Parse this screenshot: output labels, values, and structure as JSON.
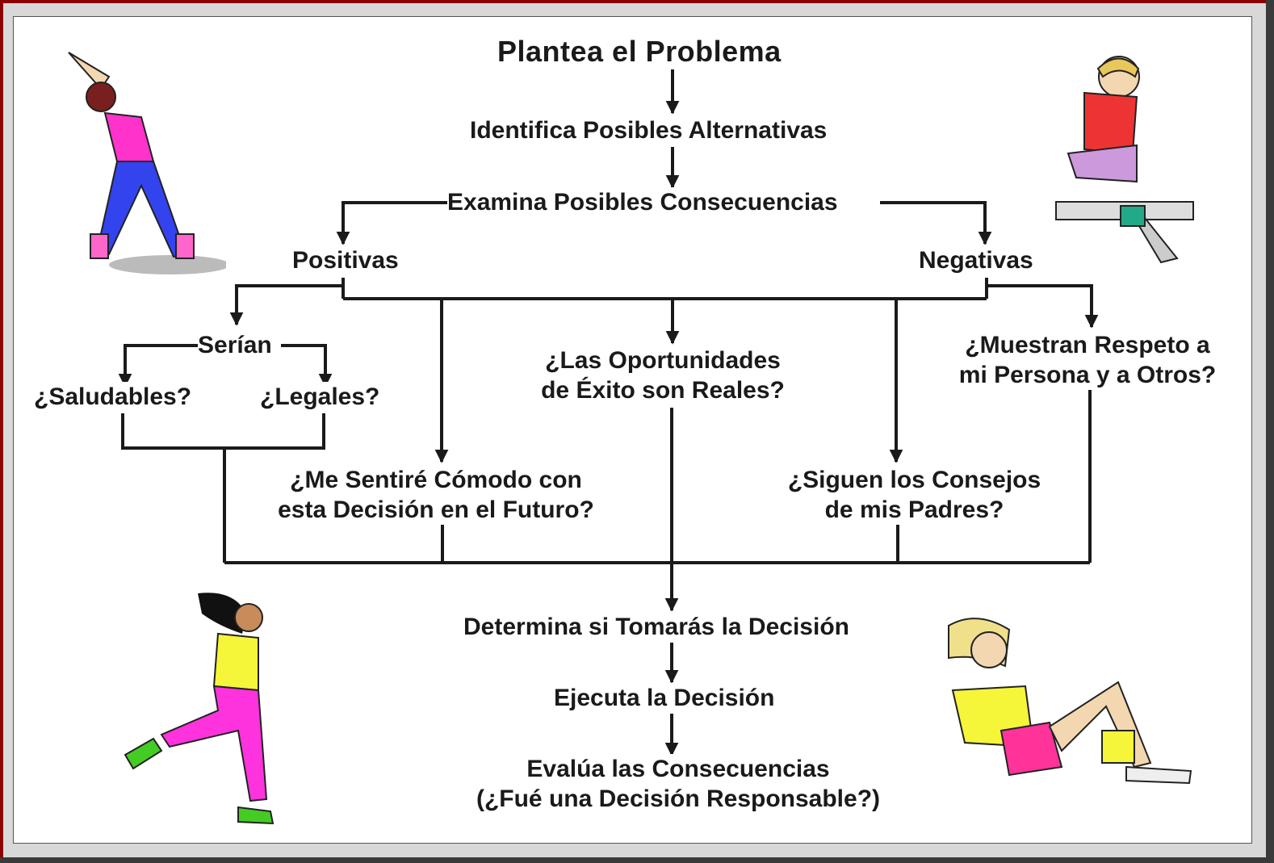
{
  "nodes": {
    "problem": "Plantea el Problema",
    "alternatives": "Identifica Posibles Alternativas",
    "consequences": "Examina Posibles Consecuencias",
    "positive": "Positivas",
    "negative": "Negativas",
    "would_be": "Serían",
    "healthy": "¿Saludables?",
    "legal": "¿Legales?",
    "opportunities_line1": "¿Las Oportunidades",
    "opportunities_line2": "de Éxito son Reales?",
    "respect_line1": "¿Muestran Respeto a",
    "respect_line2": "mi Persona y a Otros?",
    "comfortable_line1": "¿Me Sentiré Cómodo con",
    "comfortable_line2": "esta Decisión en el Futuro?",
    "parents_line1": "¿Siguen los Consejos",
    "parents_line2": "de mis Padres?",
    "determine": "Determina si Tomarás la Decisión",
    "execute": "Ejecuta la Decisión",
    "evaluate_line1": "Evalúa las Consecuencias",
    "evaluate_line2": "(¿Fué una Decisión Responsable?)"
  },
  "colors": {
    "frame_border": "#8b0000",
    "arrow": "#1a1a1a",
    "panel": "#ffffff"
  },
  "illustrations": [
    "stretching-woman",
    "rowing-machine-woman",
    "running-woman",
    "situps-woman"
  ]
}
